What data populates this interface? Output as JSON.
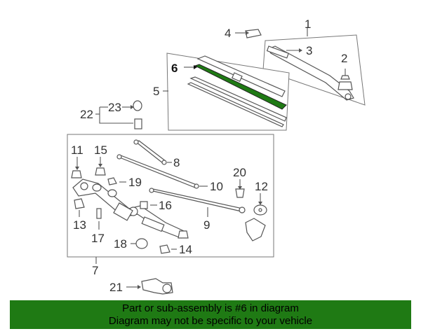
{
  "callouts": {
    "c1": "1",
    "c2": "2",
    "c3": "3",
    "c4": "4",
    "c5": "5",
    "c6": "6",
    "c7": "7",
    "c8": "8",
    "c9": "9",
    "c10": "10",
    "c11": "11",
    "c12": "12",
    "c13": "13",
    "c14": "14",
    "c15": "15",
    "c16": "16",
    "c17": "17",
    "c18": "18",
    "c19": "19",
    "c20": "20",
    "c21": "21",
    "c22": "22",
    "c23": "23"
  },
  "highlight_color": "#1f7a14",
  "banner": {
    "line1": "Part or sub-assembly is #6 in diagram",
    "line2": "Diagram may not be specific to your vehicle"
  }
}
